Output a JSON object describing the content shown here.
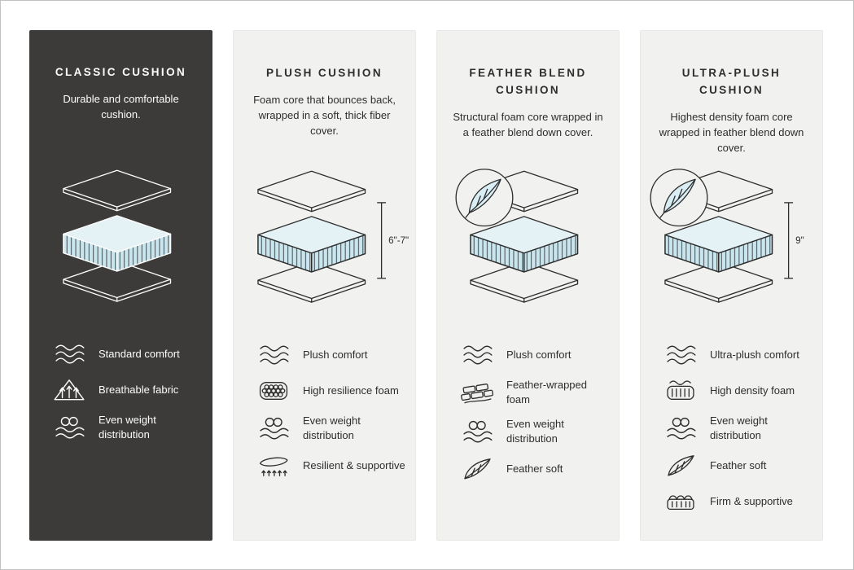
{
  "colors": {
    "dark_card": "#3c3b3a",
    "light_card": "#f1f1ef",
    "foam_blue": "#c9e5ee"
  },
  "cards": [
    {
      "title": "CLASSIC CUSHION",
      "description": "Durable and comfortable cushion.",
      "measurement": "",
      "features": [
        {
          "icon": "waves-icon",
          "label": "Standard comfort"
        },
        {
          "icon": "breathable-fabric-icon",
          "label": "Breathable fabric"
        },
        {
          "icon": "even-weight-icon",
          "label": "Even weight distribution"
        }
      ]
    },
    {
      "title": "PLUSH CUSHION",
      "description": "Foam core that bounces back, wrapped in a soft, thick fiber cover.",
      "measurement": "6\"-7\"",
      "features": [
        {
          "icon": "waves-icon",
          "label": "Plush comfort"
        },
        {
          "icon": "foam-cells-icon",
          "label": "High resilience foam"
        },
        {
          "icon": "even-weight-icon",
          "label": "Even weight distribution"
        },
        {
          "icon": "spring-support-icon",
          "label": "Resilient & supportive"
        }
      ]
    },
    {
      "title": "FEATHER BLEND CUSHION",
      "description": "Structural foam core wrapped in a feather blend down cover.",
      "measurement": "",
      "features": [
        {
          "icon": "waves-icon",
          "label": "Plush comfort"
        },
        {
          "icon": "brick-foam-icon",
          "label": "Feather-wrapped foam"
        },
        {
          "icon": "even-weight-icon",
          "label": "Even weight distribution"
        },
        {
          "icon": "feather-icon",
          "label": "Feather soft"
        }
      ]
    },
    {
      "title": "ULTRA-PLUSH CUSHION",
      "description": "Highest density foam core wrapped in feather blend down cover.",
      "measurement": "9\"",
      "features": [
        {
          "icon": "waves-icon",
          "label": "Ultra-plush comfort"
        },
        {
          "icon": "high-density-foam-icon",
          "label": "High density foam"
        },
        {
          "icon": "even-weight-icon",
          "label": "Even weight distribution"
        },
        {
          "icon": "feather-icon",
          "label": "Feather soft"
        },
        {
          "icon": "mattress-icon",
          "label": "Firm & supportive"
        }
      ]
    }
  ]
}
